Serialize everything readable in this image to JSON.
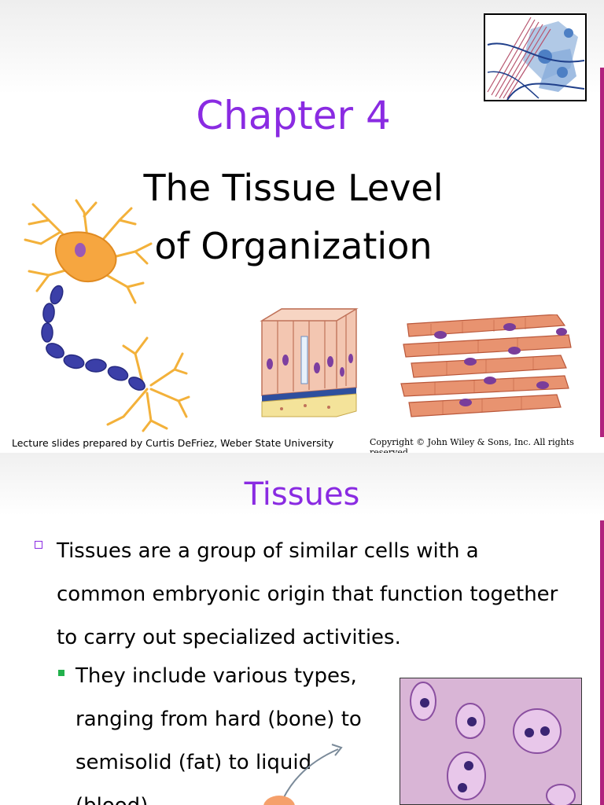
{
  "slide1": {
    "chapter": "Chapter 4",
    "title_line1": "The Tissue Level",
    "title_line2": "of Organization",
    "credit": "Lecture slides prepared by Curtis DeFriez, Weber State University",
    "copyright": "Copyright © John Wiley & Sons, Inc. All rights reserved."
  },
  "slide2": {
    "title": "Tissues",
    "bullet": "Tissues are a group of  similar cells with a common embryonic origin that function together to carry out specialized activities.",
    "sub_bullet": "They include various types, ranging from hard (bone) to semisolid (fat) to liquid (blood)."
  },
  "colors": {
    "title_purple": "#8a2be2",
    "edge_magenta": "#b0237e",
    "sub_bullet_green": "#22b14c"
  }
}
